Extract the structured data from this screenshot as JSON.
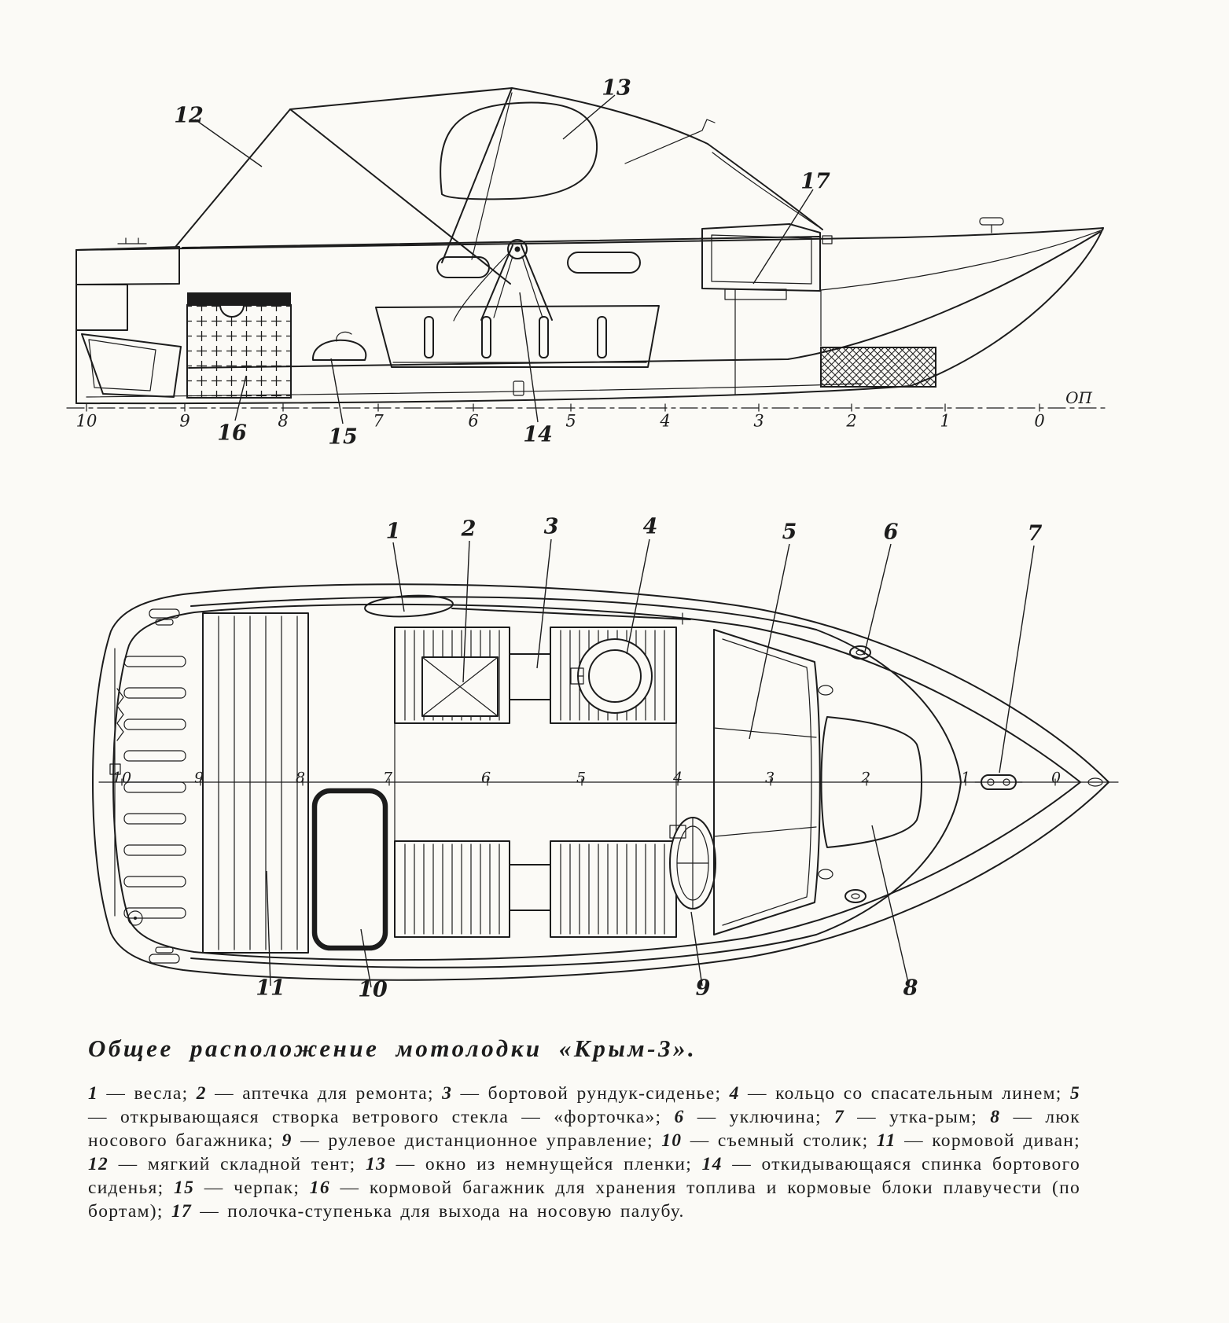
{
  "figure": {
    "ink_color": "#1c1c1c",
    "paper_color": "#fbfaf6",
    "side_view": {
      "callouts": [
        "12",
        "13",
        "17",
        "16",
        "15",
        "14"
      ],
      "stations": [
        "10",
        "9",
        "8",
        "7",
        "6",
        "5",
        "4",
        "3",
        "2",
        "1",
        "0"
      ],
      "baseline_label": "ОП"
    },
    "plan_view": {
      "callouts_top": [
        "1",
        "2",
        "3",
        "4",
        "5",
        "6",
        "7"
      ],
      "callouts_bottom": [
        "11",
        "10",
        "9",
        "8"
      ],
      "stations": [
        "10",
        "9",
        "8",
        "7",
        "6",
        "5",
        "4",
        "3",
        "2",
        "1",
        "0"
      ]
    },
    "caption": {
      "title": "Общее расположение мотолодки «Крым-3».",
      "legend_items": [
        {
          "num": "1",
          "text": "весла"
        },
        {
          "num": "2",
          "text": "аптечка для ремонта"
        },
        {
          "num": "3",
          "text": "бортовой рундук-сиденье"
        },
        {
          "num": "4",
          "text": "кольцо со спасательным линем"
        },
        {
          "num": "5",
          "text": "открывающаяся створка ветрового стекла — «форточка»"
        },
        {
          "num": "6",
          "text": "уключина"
        },
        {
          "num": "7",
          "text": "утка-рым"
        },
        {
          "num": "8",
          "text": "люк носового багажника"
        },
        {
          "num": "9",
          "text": "рулевое дистанционное управление"
        },
        {
          "num": "10",
          "text": "съемный столик"
        },
        {
          "num": "11",
          "text": "кормовой диван"
        },
        {
          "num": "12",
          "text": "мягкий складной тент"
        },
        {
          "num": "13",
          "text": "окно из немнущейся пленки"
        },
        {
          "num": "14",
          "text": "откидывающаяся спинка бортового сиденья"
        },
        {
          "num": "15",
          "text": "черпак"
        },
        {
          "num": "16",
          "text": "кормовой багажник для хранения топлива и кормовые блоки плавучести (по бортам)"
        },
        {
          "num": "17",
          "text": "полочка-ступенька для выхода на носовую палубу"
        }
      ]
    }
  }
}
